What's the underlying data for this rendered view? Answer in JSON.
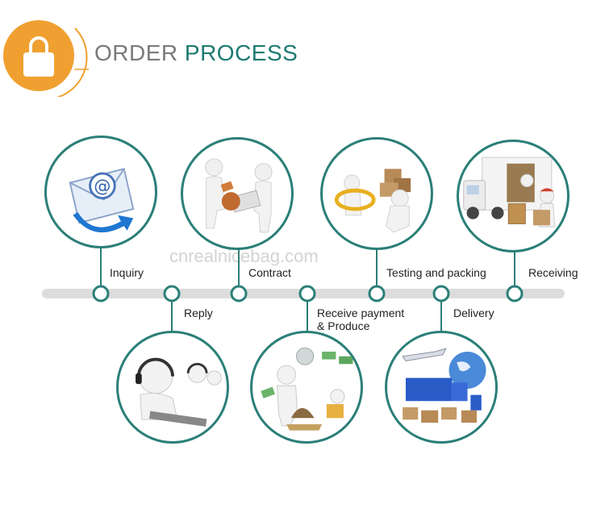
{
  "header": {
    "title_part1": "ORDER",
    "title_part2": "PROCESS",
    "icon": "shopping-bag-icon"
  },
  "watermark": "cnrealnicebag.com",
  "colors": {
    "accent_orange": "#f0a030",
    "teal": "#2b7f78",
    "timeline_gray": "#dcdcdc"
  },
  "steps": [
    {
      "label": "Inquiry",
      "illustration": "email-envelope-icon"
    },
    {
      "label": "Reply",
      "illustration": "call-center-icon"
    },
    {
      "label": "Contract",
      "illustration": "handshake-contract-icon"
    },
    {
      "label_line1": "Receive payment",
      "label_line2": "& Produce",
      "illustration": "money-payment-icon"
    },
    {
      "label": "Testing and packing",
      "illustration": "inspection-boxes-icon"
    },
    {
      "label": "Delivery",
      "illustration": "global-shipping-icon"
    },
    {
      "label": "Receiving",
      "illustration": "delivery-truck-icon"
    }
  ]
}
